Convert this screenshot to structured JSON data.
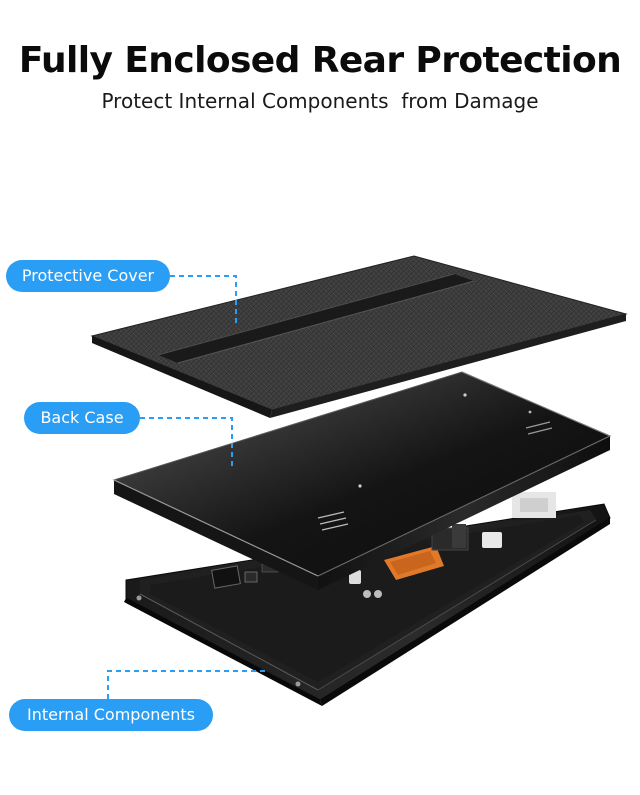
{
  "header": {
    "title": "Fully Enclosed Rear Protection",
    "subtitle": "Protect Internal Components  from Damage"
  },
  "callouts": [
    {
      "label": "Protective Cover"
    },
    {
      "label": "Back Case"
    },
    {
      "label": "Internal Components"
    }
  ],
  "colors": {
    "accent": "#2a9df4",
    "text": "#0b0b0b",
    "cover": "#3a3a3a",
    "case": "#161616",
    "board": "#1d1d1d",
    "flex_cable": "#e07a2a"
  }
}
